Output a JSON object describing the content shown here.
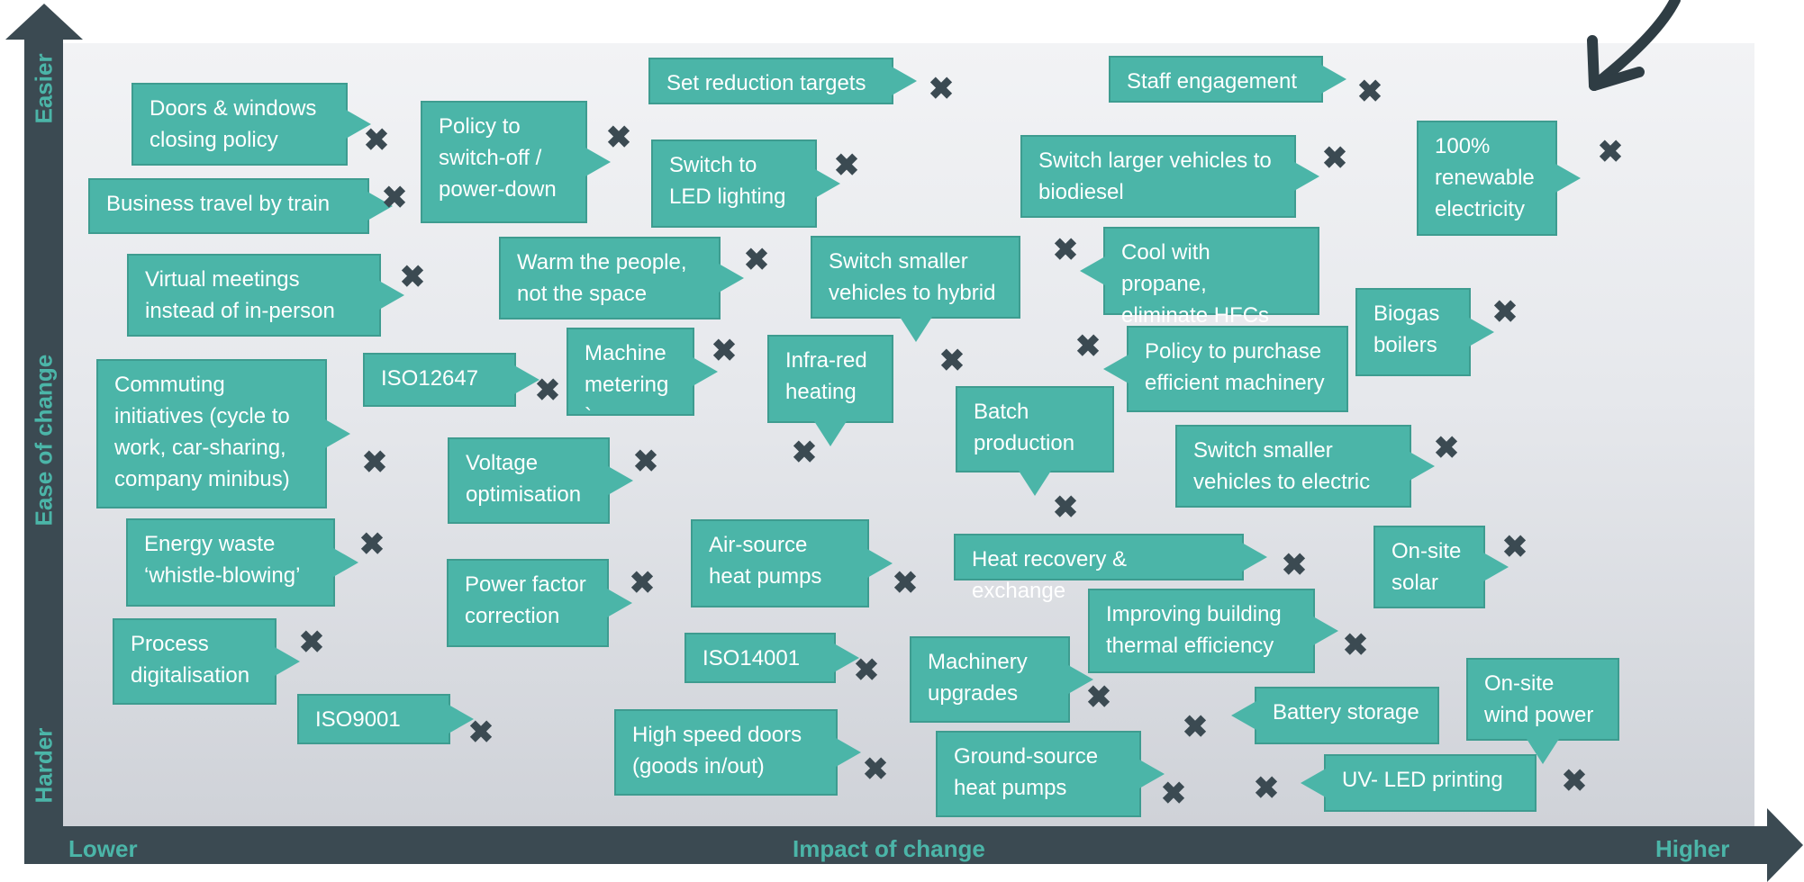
{
  "axes": {
    "y_title": "Ease of change",
    "y_top": "Easier",
    "y_bottom": "Harder",
    "x_title": "Impact of change",
    "x_left": "Lower",
    "x_right": "Higher"
  },
  "colors": {
    "accent": "#4bb5a8",
    "axis": "#3b4a52",
    "marker": "#3b4a52"
  },
  "marker_icon": "x-mark-icon",
  "items": [
    {
      "id": "doors-windows",
      "label": "Doors & windows\nclosing policy"
    },
    {
      "id": "policy-switch-off",
      "label": "Policy to\nswitch-off /\npower-down"
    },
    {
      "id": "set-reduction",
      "label": "Set reduction targets"
    },
    {
      "id": "staff-engagement",
      "label": "Staff engagement"
    },
    {
      "id": "business-travel",
      "label": "Business travel by train"
    },
    {
      "id": "led-lighting",
      "label": "Switch to\nLED lighting"
    },
    {
      "id": "larger-biodiesel",
      "label": "Switch larger vehicles to\nbiodiesel"
    },
    {
      "id": "renewable-electricity",
      "label": "100%\nrenewable\nelectricity"
    },
    {
      "id": "virtual-meetings",
      "label": "Virtual meetings\ninstead of in-person"
    },
    {
      "id": "warm-people",
      "label": "Warm the people,\nnot the space"
    },
    {
      "id": "smaller-hybrid",
      "label": "Switch smaller\nvehicles to hybrid"
    },
    {
      "id": "cool-propane",
      "label": "Cool with propane,\neliminate HFCs"
    },
    {
      "id": "biogas-boilers",
      "label": "Biogas\nboilers"
    },
    {
      "id": "iso12647",
      "label": "ISO12647"
    },
    {
      "id": "machine-metering",
      "label": "Machine\nmetering\n`"
    },
    {
      "id": "infra-red",
      "label": "Infra-red\nheating"
    },
    {
      "id": "policy-machinery",
      "label": "Policy to purchase\nefficient machinery"
    },
    {
      "id": "commuting",
      "label": "Commuting\ninitiatives (cycle to\nwork, car-sharing,\ncompany minibus)"
    },
    {
      "id": "voltage",
      "label": "Voltage\noptimisation"
    },
    {
      "id": "batch-production",
      "label": "Batch\nproduction"
    },
    {
      "id": "smaller-electric",
      "label": "Switch smaller\nvehicles to electric"
    },
    {
      "id": "energy-waste",
      "label": "Energy waste\n‘whistle-blowing’"
    },
    {
      "id": "air-source",
      "label": "Air-source\nheat pumps"
    },
    {
      "id": "heat-recovery",
      "label": "Heat recovery & exchange"
    },
    {
      "id": "onsite-solar",
      "label": "On-site\nsolar"
    },
    {
      "id": "power-factor",
      "label": "Power factor\ncorrection"
    },
    {
      "id": "thermal-efficiency",
      "label": "Improving building\nthermal efficiency"
    },
    {
      "id": "process-digitalisation",
      "label": "Process\ndigitalisation"
    },
    {
      "id": "iso14001",
      "label": "ISO14001"
    },
    {
      "id": "machinery-upgrades",
      "label": "Machinery\nupgrades"
    },
    {
      "id": "battery-storage",
      "label": "Battery storage"
    },
    {
      "id": "onsite-wind",
      "label": "On-site\nwind power"
    },
    {
      "id": "iso9001",
      "label": "ISO9001"
    },
    {
      "id": "high-speed-doors",
      "label": "High speed doors\n(goods in/out)"
    },
    {
      "id": "ground-source",
      "label": "Ground-source\nheat pumps"
    },
    {
      "id": "uv-led",
      "label": "UV- LED printing"
    }
  ]
}
